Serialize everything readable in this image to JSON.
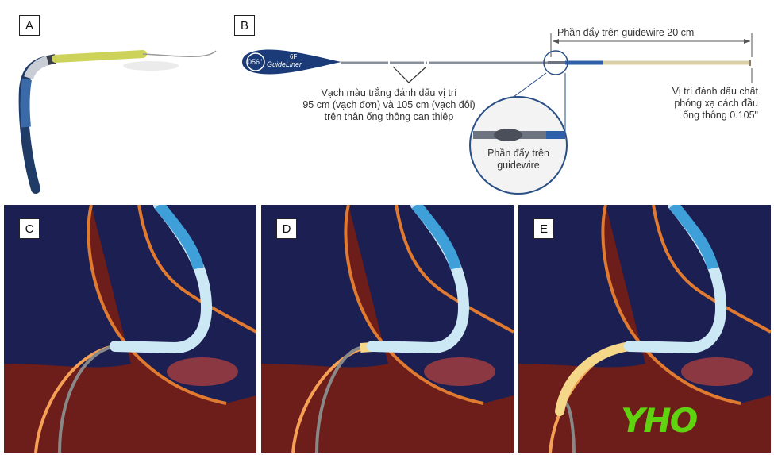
{
  "labels": {
    "a": "A",
    "b": "B",
    "c": "C",
    "d": "D",
    "e": "E"
  },
  "catheter_tag": {
    "size": "056\"",
    "french": "6F",
    "brand": "GuideLiner"
  },
  "annotations": {
    "pusher_length": "Phần đẩy trên guidewire 20 cm",
    "marker_line1": "Vạch màu trắng đánh dấu vị trí",
    "marker_line2": "95 cm (vạch đơn) và 105 cm (vạch đôi)",
    "marker_line3": "trên thân ống thông can thiệp",
    "radio_line1": "Vị trí đánh dấu chất",
    "radio_line2": "phóng xạ cách đầu",
    "radio_line3": "ống thông 0.105\"",
    "zoom_line1": "Phần đẩy trên",
    "zoom_line2": "guidewire"
  },
  "watermark": "YHO",
  "colors": {
    "catheter_blue": "#7ec8e8",
    "extension_yellow": "#f5d78a",
    "vessel_red": "#b0362a",
    "background": "#1b1f52"
  }
}
